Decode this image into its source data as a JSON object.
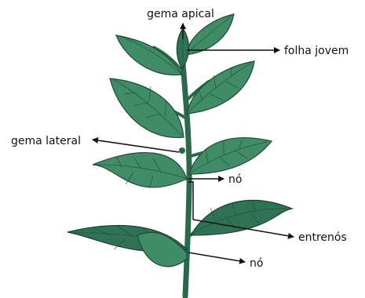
{
  "labels": {
    "apical_bud": "gema apical",
    "young_leaf": "folha jovem",
    "lateral_bud": "gema lateral",
    "node_top": "nó",
    "internode": "entrenós",
    "node_bottom": "nó"
  },
  "colors": {
    "leaf": "#3f8c66",
    "leaf_dark": "#2f7354",
    "outline": "#1f4a37",
    "stem": "#2a6a4c"
  }
}
